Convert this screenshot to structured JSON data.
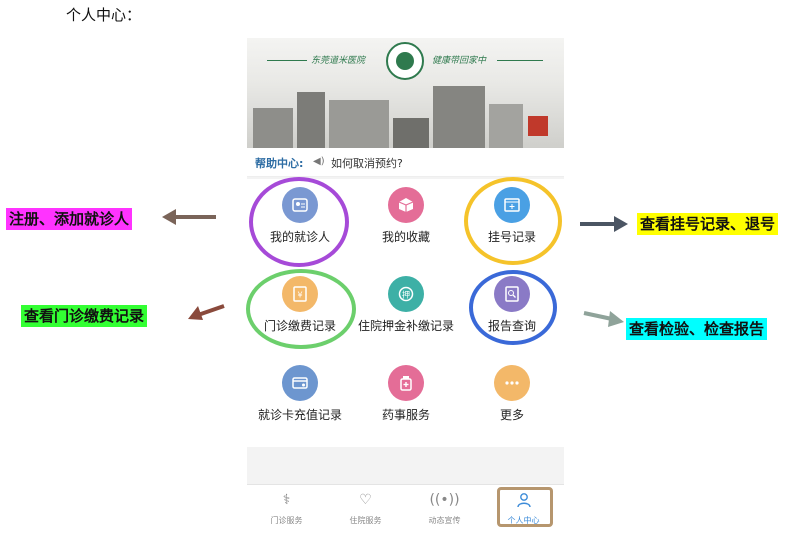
{
  "heading": "个人中心：",
  "banner": {
    "left_text": "东莞道米医院",
    "right_text": "健康带回家中"
  },
  "help": {
    "label": "帮助中心:",
    "icon": "speaker-icon",
    "text": "如何取消预约?"
  },
  "grid": [
    {
      "label": "我的就诊人",
      "icon": "patient-card-icon",
      "color": "#7a98d2"
    },
    {
      "label": "我的收藏",
      "icon": "box-icon",
      "color": "#e46d97"
    },
    {
      "label": "挂号记录",
      "icon": "register-icon",
      "color": "#4aa0e4"
    },
    {
      "label": "门诊缴费记录",
      "icon": "payment-icon",
      "color": "#f3b869"
    },
    {
      "label": "住院押金补缴记录",
      "icon": "deposit-icon",
      "color": "#3db0a6"
    },
    {
      "label": "报告查询",
      "icon": "report-icon",
      "color": "#8a7ac6"
    },
    {
      "label": "就诊卡充值记录",
      "icon": "card-icon",
      "color": "#6d96cf"
    },
    {
      "label": "药事服务",
      "icon": "medicine-icon",
      "color": "#e46d97"
    },
    {
      "label": "更多",
      "icon": "more-icon",
      "color": "#f3b869"
    }
  ],
  "tabs": [
    {
      "label": "门诊服务",
      "icon": "stethoscope-icon"
    },
    {
      "label": "住院服务",
      "icon": "heart-icon"
    },
    {
      "label": "动态宣传",
      "icon": "broadcast-icon"
    },
    {
      "label": "个人中心",
      "icon": "user-icon"
    }
  ],
  "callouts": [
    {
      "text": "注册、添加就诊人",
      "bg": "#ff33ff"
    },
    {
      "text": "查看门诊缴费记录",
      "bg": "#33ff33"
    },
    {
      "text": "查看挂号记录、退号",
      "bg": "#ffff00"
    },
    {
      "text": "查看检验、检查报告",
      "bg": "#00ffff"
    }
  ],
  "ring_colors": {
    "patients": "#a64ad8",
    "registration": "#f5c32a",
    "payment": "#6ccf6c",
    "report": "#3a69d8"
  }
}
